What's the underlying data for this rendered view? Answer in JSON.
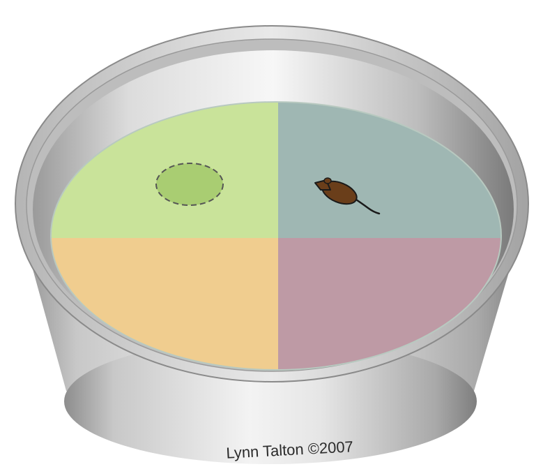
{
  "credit": {
    "text": "Lynn Talton ©2007"
  },
  "colors": {
    "background": "#ffffff",
    "quadrant_top_left": "#c9e39a",
    "quadrant_top_right": "#9fb7b3",
    "quadrant_bottom_left": "#f0cd8f",
    "quadrant_bottom_right": "#be9aa5",
    "platform": "#a9cd72",
    "mouse": "#6a3e1a"
  },
  "icons": {
    "platform": "dashed-circle",
    "mouse": "mouse-silhouette"
  }
}
